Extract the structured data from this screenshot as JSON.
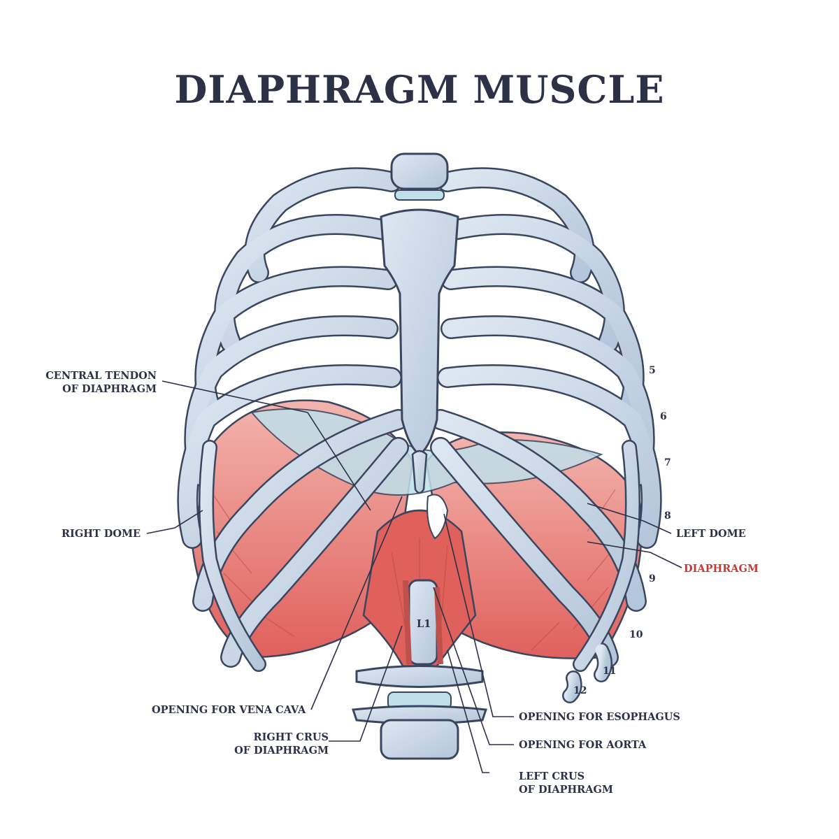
{
  "title": "DIAPHRAGM MUSCLE",
  "labels": {
    "central_tendon": "CENTRAL TENDON\nOF DIAPHRAGM",
    "right_dome": "RIGHT DOME",
    "left_dome": "LEFT DOME",
    "diaphragm": "DIAPHRAGM",
    "vena_cava": "OPENING FOR VENA CAVA",
    "right_crus": "RIGHT CRUS\nOF DIAPHRAGM",
    "esophagus": "OPENING FOR ESOPHAGUS",
    "aorta": "OPENING FOR AORTA",
    "left_crus": "LEFT CRUS\nOF DIAPHRAGM",
    "vertebra": "L1"
  },
  "rib_numbers": [
    "5",
    "6",
    "7",
    "8",
    "9",
    "10",
    "11",
    "12"
  ],
  "colors": {
    "text": "#2c3148",
    "accent": "#c73a33",
    "bone": "#c9d7e6",
    "bone_outline": "#3a4660",
    "muscle": "#e06a66",
    "muscle_light": "#f0a8a2",
    "tendon": "#bfe0ea"
  }
}
